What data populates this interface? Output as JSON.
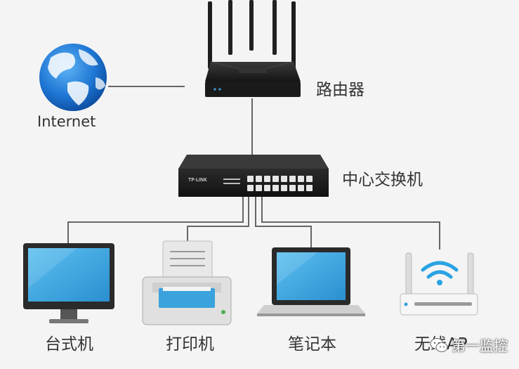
{
  "labels": {
    "internet": "Internet",
    "router": "路由器",
    "switch": "中心交换机",
    "desktop": "台式机",
    "printer": "打印机",
    "laptop": "笔记本",
    "ap": "无线AP"
  },
  "switch_brand": "TP-LINK",
  "watermark": "第一监控",
  "colors": {
    "wire": "#666666",
    "screen_blue": "#3aa2dc",
    "ap_wave": "#2aa3e3",
    "globe": "#1f77d4",
    "device_dark": "#2a2a2a"
  },
  "icons": [
    "globe-icon",
    "router-icon",
    "switch-icon",
    "desktop-icon",
    "printer-icon",
    "laptop-icon",
    "wireless-ap-icon",
    "wechat-icon"
  ]
}
